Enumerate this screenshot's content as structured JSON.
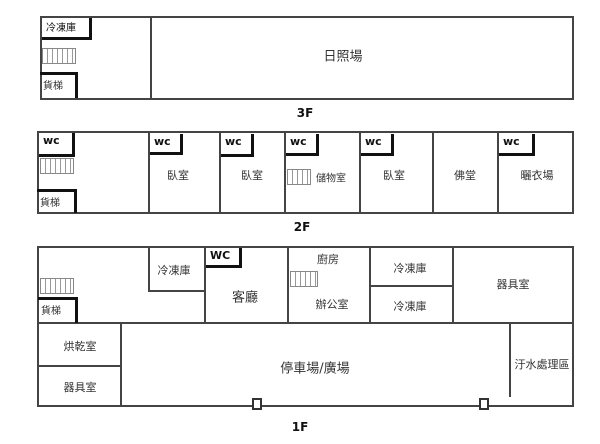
{
  "floors": {
    "f3": {
      "label": "3F",
      "freezer": "冷凍庫",
      "elevator": "貨梯",
      "sun_yard": "日照場"
    },
    "f2": {
      "label": "2F",
      "wc": "wc",
      "elevator": "貨梯",
      "bedroom": "臥室",
      "storage": "儲物室",
      "buddha_hall": "佛堂",
      "drying_yard": "曬衣場"
    },
    "f1": {
      "label": "1F",
      "wc": "WC",
      "elevator": "貨梯",
      "freezer": "冷凍庫",
      "living_room": "客廳",
      "kitchen": "廚房",
      "office": "辦公室",
      "equipment_room": "器具室",
      "dryer_room": "烘乾室",
      "parking": "停車場/廣場",
      "sewage": "汙水處理區"
    }
  }
}
